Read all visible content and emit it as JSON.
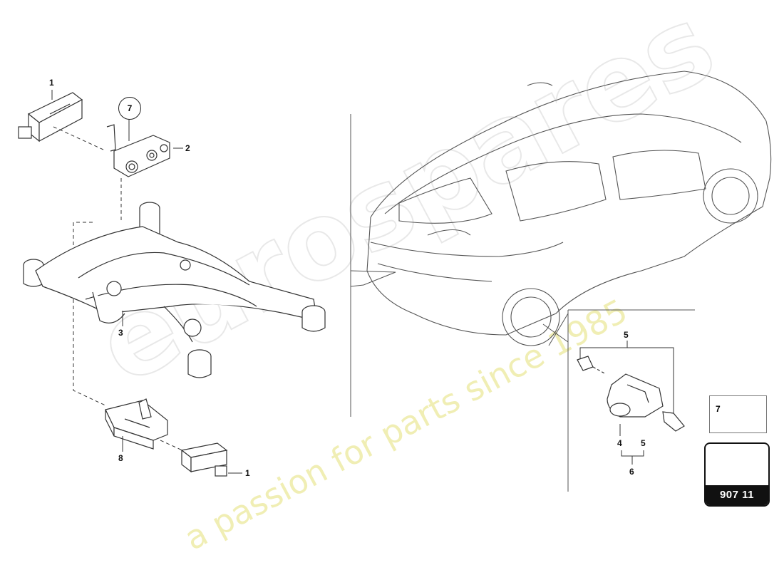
{
  "watermark": {
    "brand": "eurospares",
    "tagline": "a passion for parts since 1985"
  },
  "callouts": {
    "c1_top": "1",
    "c2": "2",
    "c3": "3",
    "c8": "8",
    "c1_bottom": "1",
    "c5_top": "5",
    "c4": "4",
    "c5_bottom": "5",
    "c6": "6",
    "c7_circle": "7",
    "c7_legend": "7"
  },
  "badge": {
    "code": "907 11"
  },
  "icons": [
    "arrow-icon",
    "nut-icon"
  ],
  "colors": {
    "line": "#333333",
    "watermark": "#e4e4e4",
    "watermark_tagline": "#f1efb0",
    "badge": "#111111"
  }
}
